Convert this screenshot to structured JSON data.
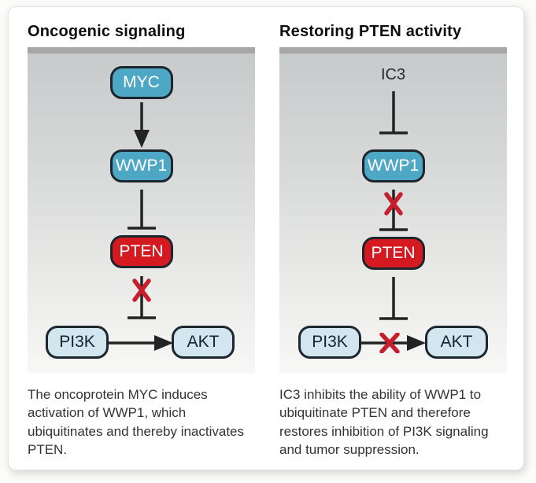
{
  "figure": {
    "panels": [
      {
        "title": "Oncogenic signaling",
        "nodes": {
          "source": "MYC",
          "e3_ligase": "WWP1",
          "tumor_suppressor": "PTEN",
          "kinase_left": "PI3K",
          "kinase_right": "AKT"
        },
        "connectors": [
          "activation-arrow",
          "inhibition-tbar",
          "inhibition-tbar-blocked",
          "activation-arrow-horizontal"
        ],
        "caption": "The oncoprotein MYC induces activation of WWP1, which ubiquitinates and thereby inactivates PTEN."
      },
      {
        "title": "Restoring PTEN activity",
        "inhibitor_label": "IC3",
        "nodes": {
          "e3_ligase": "WWP1",
          "tumor_suppressor": "PTEN",
          "kinase_left": "PI3K",
          "kinase_right": "AKT"
        },
        "connectors": [
          "inhibition-tbar",
          "inhibition-tbar-blocked",
          "inhibition-tbar",
          "activation-arrow-horizontal-blocked"
        ],
        "caption": "IC3 inhibits the ability of WWP1 to ubiquitinate PTEN and therefore restores inhibition of PI3K signaling and tumor suppression."
      }
    ],
    "colors": {
      "teal": "#4ea7c4",
      "red": "#d41a20",
      "light_blue": "#d2e6f0",
      "x_red": "#c51f2e",
      "line": "#232323",
      "panel_strip": "#a7a7a7",
      "node_border": "#1d262c",
      "node_text_light": "#ffffff",
      "node_text_dark": "#15232b",
      "title_text": "#0d0d0d",
      "caption_text": "#333333"
    }
  }
}
